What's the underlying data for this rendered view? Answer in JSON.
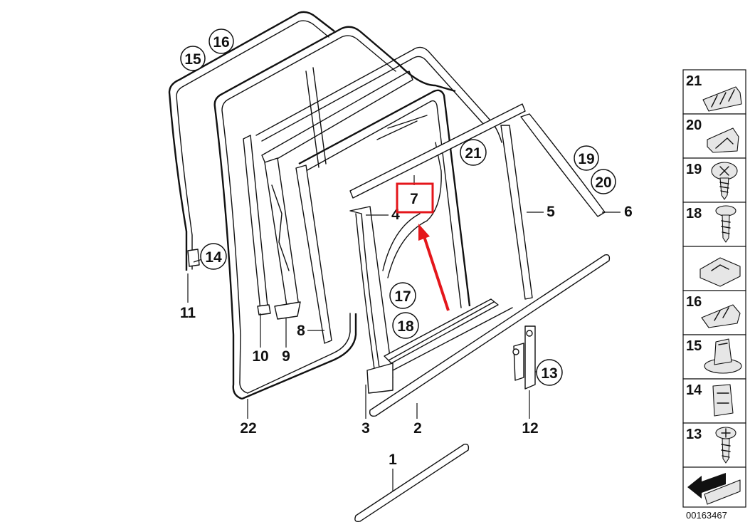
{
  "diagram": {
    "labels": {
      "p1": "1",
      "p2": "2",
      "p3": "3",
      "p4": "4",
      "p5": "5",
      "p6": "6",
      "p7": "7",
      "p8": "8",
      "p9": "9",
      "p10": "10",
      "p11": "11",
      "p12": "12",
      "p13": "13",
      "p14": "14",
      "p15": "15",
      "p16": "16",
      "p17": "17",
      "p18": "18",
      "p19": "19",
      "p20": "20",
      "p21": "21",
      "p22": "22"
    },
    "highlight_color": "#e4161b",
    "highlighted_part": "7"
  },
  "legend": {
    "items": [
      "21",
      "20",
      "19",
      "18",
      "",
      "16",
      "15",
      "14",
      "13"
    ]
  },
  "reference_number": "00163467"
}
